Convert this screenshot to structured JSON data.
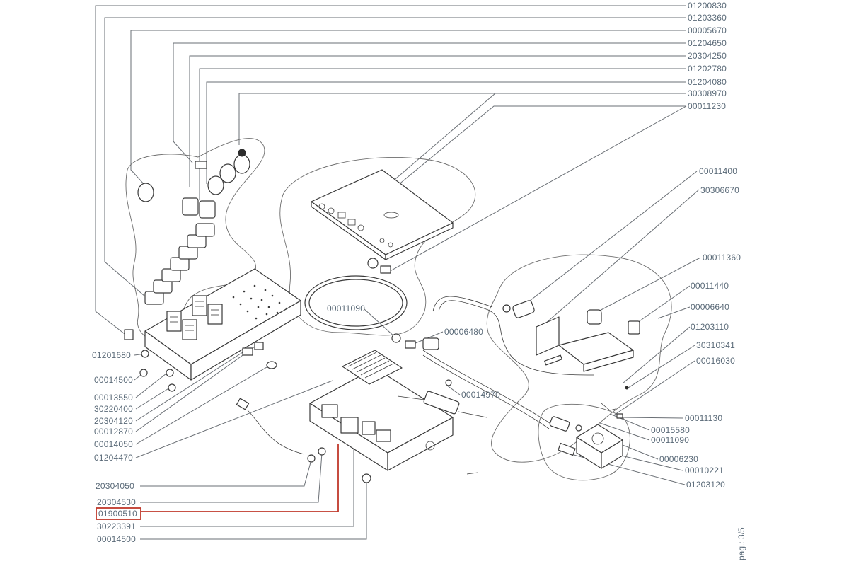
{
  "part_labels": {
    "p01200830": "01200830",
    "p01203360": "01203360",
    "p00005670": "00005670",
    "p01204650": "01204650",
    "p20304250": "20304250",
    "p01202780": "01202780",
    "p01204080": "01204080",
    "p30308970": "30308970",
    "p00011230": "00011230",
    "p00011400": "00011400",
    "p30306670": "30306670",
    "p00011360": "00011360",
    "p00011440": "00011440",
    "p00006640": "00006640",
    "p01203110": "01203110",
    "p30310341": "30310341",
    "p00016030": "00016030",
    "p00011130": "00011130",
    "p00015580": "00015580",
    "p00011090_r": "00011090",
    "p00006230": "00006230",
    "p00010221": "00010221",
    "p01203120": "01203120",
    "p00011090_c": "00011090",
    "p00006480": "00006480",
    "p00014970": "00014970",
    "p01201680": "01201680",
    "p00014500_a": "00014500",
    "p00013550": "00013550",
    "p30220400": "30220400",
    "p20304120": "20304120",
    "p00012870": "00012870",
    "p00014050": "00014050",
    "p01204470": "01204470",
    "p20304050": "20304050",
    "p20304530": "20304530",
    "p01900510": "01900510",
    "p30223391": "30223391",
    "p00014500_b": "00014500"
  },
  "highlighted_part": "01900510",
  "highlight_color": "#c0392b",
  "page_indicator": "pag.: 3/5"
}
